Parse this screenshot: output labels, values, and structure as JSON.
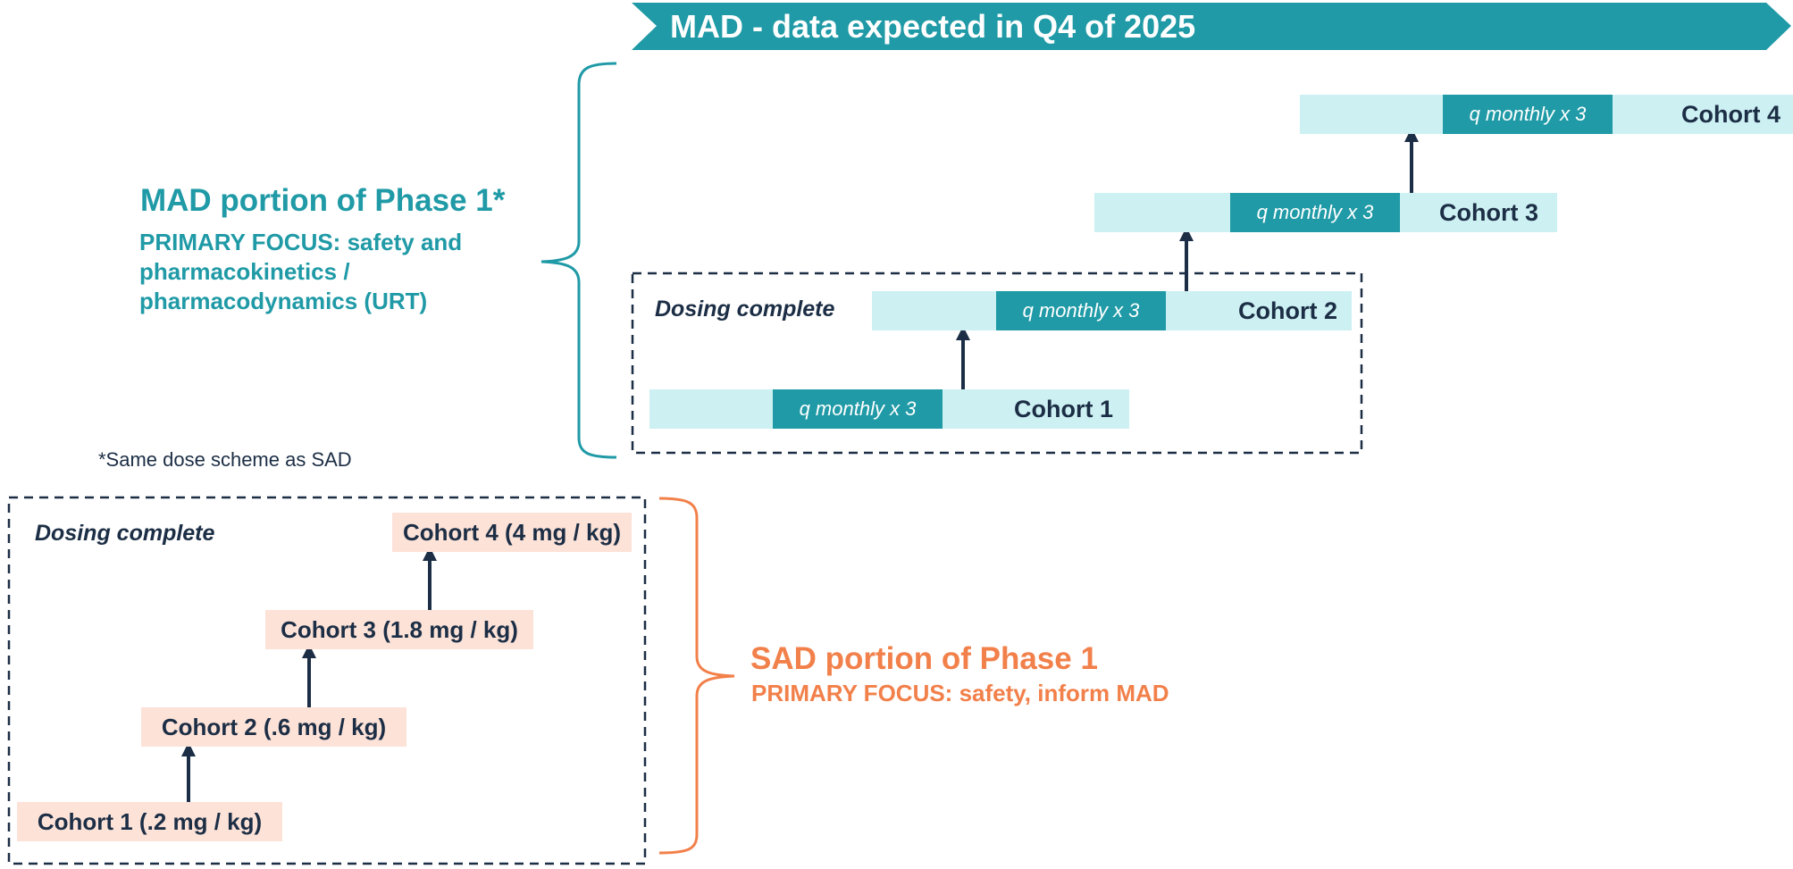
{
  "banner": {
    "title": "MAD - data expected in Q4 of 2025"
  },
  "mad": {
    "title": "MAD portion of Phase 1*",
    "focus": "PRIMARY FOCUS: safety and pharmacokinetics / pharmacodynamics (URT)",
    "dosing_complete": "Dosing complete",
    "dose_label": "q monthly x 3",
    "cohorts": [
      "Cohort 1",
      "Cohort 2",
      "Cohort 3",
      "Cohort 4"
    ]
  },
  "footnote": "*Same dose scheme as SAD",
  "sad": {
    "title": "SAD portion of Phase 1",
    "focus": "PRIMARY FOCUS: safety, inform MAD",
    "dosing_complete": "Dosing complete",
    "cohorts": [
      "Cohort 1 (.2 mg / kg)",
      "Cohort 2 (.6 mg / kg)",
      "Cohort 3 (1.8 mg / kg)",
      "Cohort 4 (4 mg / kg)"
    ]
  },
  "colors": {
    "teal": "#1f9aa6",
    "light_teal": "#cdf0f3",
    "orange": "#f2804a",
    "light_orange": "#fde2d8",
    "navy": "#1c2e45"
  }
}
